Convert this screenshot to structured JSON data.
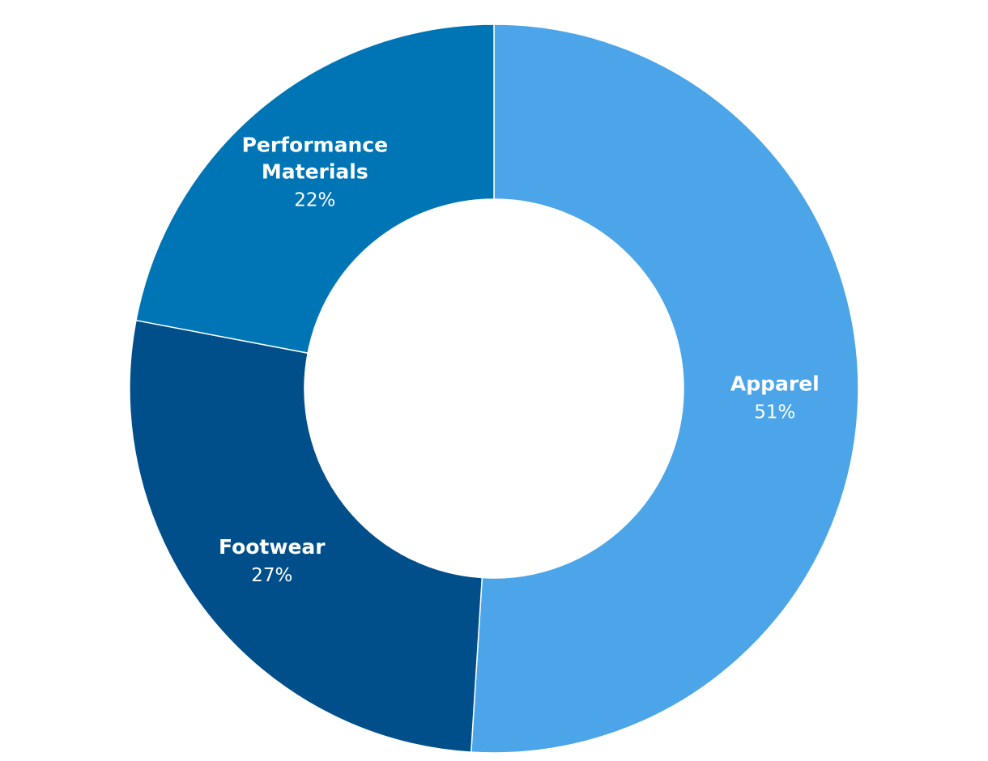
{
  "chart_data": {
    "type": "pie",
    "variant": "donut",
    "title": "",
    "legend": "none",
    "slices": [
      {
        "label_lines": [
          "Apparel"
        ],
        "label": "Apparel",
        "value": 51,
        "display": "51%",
        "color": "#4ba5e8"
      },
      {
        "label_lines": [
          "Footwear"
        ],
        "label": "Footwear",
        "value": 27,
        "display": "27%",
        "color": "#004f8a"
      },
      {
        "label_lines": [
          "Performance",
          "Materials"
        ],
        "label": "Performance Materials",
        "value": 22,
        "display": "22%",
        "color": "#0075b6"
      }
    ]
  }
}
